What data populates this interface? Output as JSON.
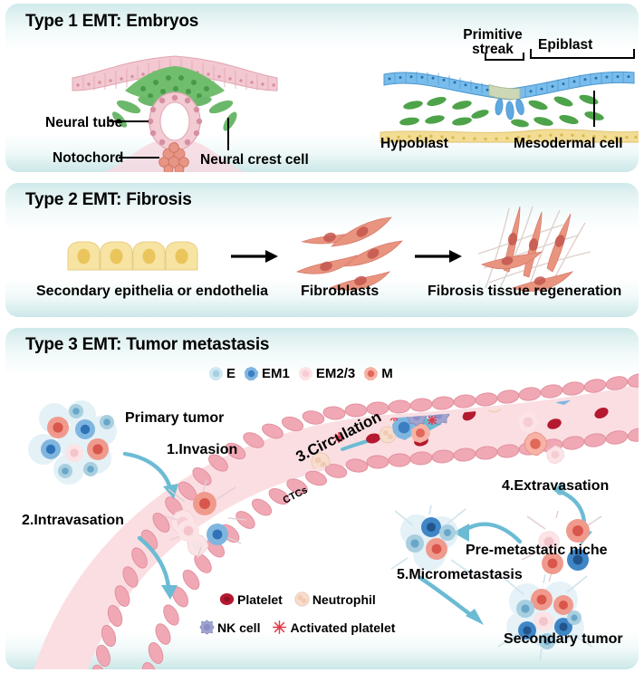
{
  "figure": {
    "panels": [
      {
        "id": "type1",
        "title": "Type 1 EMT: Embryos",
        "labels": {
          "neural_tube": "Neural tube",
          "notochord": "Notochord",
          "neural_crest_cell": "Neural crest cell",
          "primitive_streak": "Primitive\nstreak",
          "primitive_streak_l1": "Primitive",
          "primitive_streak_l2": "streak",
          "epiblast": "Epiblast",
          "hypoblast": "Hypoblast",
          "mesodermal_cell": "Mesodermal cell"
        }
      },
      {
        "id": "type2",
        "title": "Type 2 EMT: Fibrosis",
        "labels": {
          "stage1": "Secondary epithelia or endothelia",
          "stage2": "Fibroblasts",
          "stage3": "Fibrosis tissue regeneration"
        }
      },
      {
        "id": "type3",
        "title": "Type 3 EMT: Tumor metastasis",
        "cell_state_legend": [
          {
            "key": "E",
            "label": "E",
            "color": "#a8cfe0"
          },
          {
            "key": "EM1",
            "label": "EM1",
            "color": "#5b9bd5"
          },
          {
            "key": "EM2_3",
            "label": "EM2/3",
            "color": "#f6cdd2"
          },
          {
            "key": "M",
            "label": "M",
            "color": "#ef8577"
          }
        ],
        "blood_legend": [
          {
            "key": "platelet",
            "label": "Platelet",
            "color": "#b5192f"
          },
          {
            "key": "neutrophil",
            "label": "Neutrophil",
            "color": "#f6d9c8"
          },
          {
            "key": "nk_cell",
            "label": "NK cell",
            "color": "#8a8fc4"
          },
          {
            "key": "activated_platelet",
            "label": "Activated platelet",
            "color": "#e03b4a"
          }
        ],
        "labels": {
          "primary_tumor": "Primary tumor",
          "step1": "1.Invasion",
          "step2": "2.Intravasation",
          "step3": "3.Circulation",
          "step4": "4.Extravasation",
          "step5": "5.Micrometastasis",
          "ctcs": "CTCs",
          "pre_metastatic_niche": "Pre-metastatic niche",
          "secondary_tumor": "Secondary tumor"
        }
      }
    ],
    "colors": {
      "panel_edge_teal": "#cbe7e8",
      "epithelium_pink": "#f1c3cb",
      "neural_crest_green": "#6cb86b",
      "notochord_red": "#e08070",
      "epiblast_blue": "#6eb4e8",
      "hypoblast_yellow": "#f2dc94",
      "mesoderm_green": "#5aa84f",
      "epithelia_yellow": "#f6e2a0",
      "fibroblast_salmon": "#e8917f",
      "vessel_wall_pink": "#f0a8b4",
      "vessel_lumen_pink": "#fbdee2",
      "arrow_blue": "#5fb6ce",
      "rbc_red": "#b5192f"
    }
  }
}
